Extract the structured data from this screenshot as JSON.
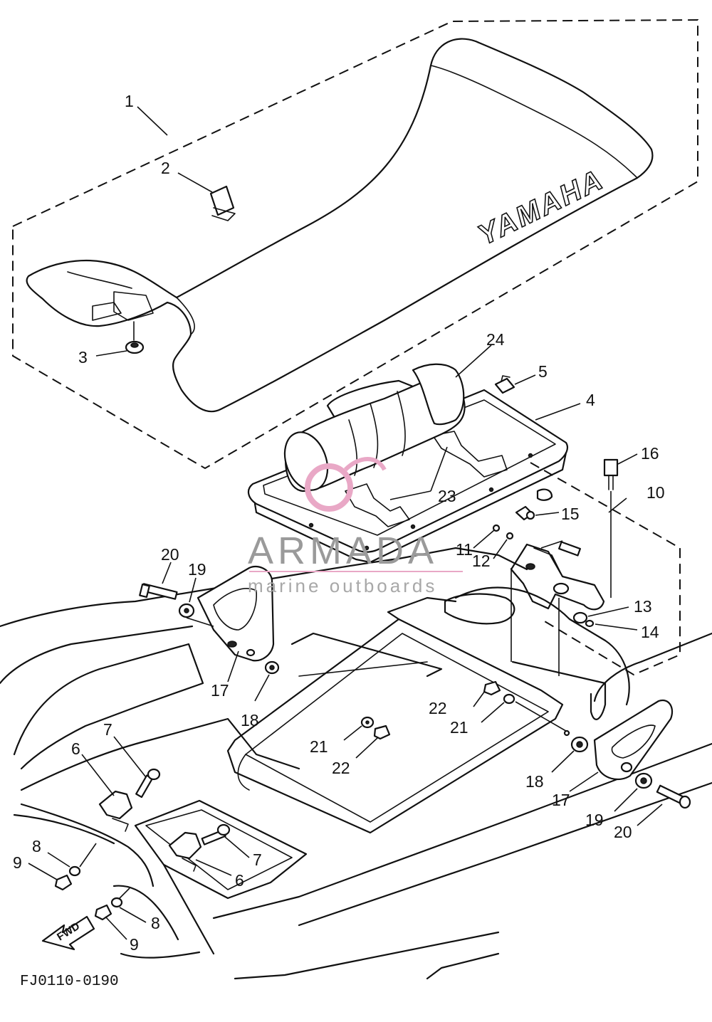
{
  "seat_brand": "YAMAHA",
  "watermark": {
    "name": "ARMADA",
    "tagline": "marine outboards",
    "accent_color": "#e9a8c6"
  },
  "direction_arrow": "FWD",
  "diagram_code": "FJ0110-0190",
  "callouts": {
    "c1": "1",
    "c2": "2",
    "c3": "3",
    "c4": "4",
    "c5": "5",
    "c6a": "6",
    "c6b": "6",
    "c7a": "7",
    "c7b": "7",
    "c8a": "8",
    "c8b": "8",
    "c9a": "9",
    "c9b": "9",
    "c10": "10",
    "c11": "11",
    "c12": "12",
    "c13": "13",
    "c14": "14",
    "c15": "15",
    "c16": "16",
    "c17a": "17",
    "c17b": "17",
    "c18a": "18",
    "c18b": "18",
    "c19a": "19",
    "c19b": "19",
    "c20a": "20",
    "c20b": "20",
    "c21a": "21",
    "c21b": "21",
    "c22a": "22",
    "c22b": "22",
    "c23": "23",
    "c24": "24"
  }
}
